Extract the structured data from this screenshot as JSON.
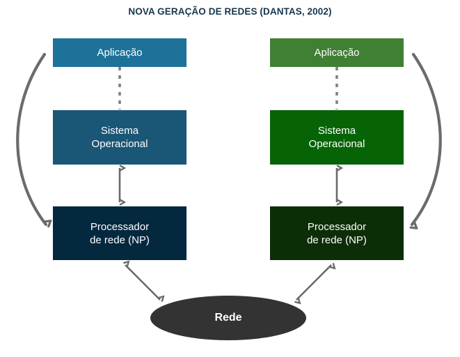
{
  "title": "NOVA GERAÇÃO DE REDES (DANTAS, 2002)",
  "title_color": "#16374e",
  "palette": {
    "left_application": "#1c7299",
    "left_os": "#1a5676",
    "left_processor": "#04293f",
    "right_application": "#3f8033",
    "right_os": "#066306",
    "right_processor": "#0c2e06",
    "network": "#333333",
    "arrow": "#666666",
    "dotted_connector": "#808080",
    "background": "#ffffff"
  },
  "columns": [
    {
      "id": "left",
      "nodes": [
        {
          "id": "left-application",
          "label": "Aplicação",
          "color": "#1c7299"
        },
        {
          "id": "left-os",
          "label": "Sistema\nOperacional",
          "color": "#1a5676"
        },
        {
          "id": "left-processor",
          "label": "Processador\nde rede (NP)",
          "color": "#04293f"
        }
      ]
    },
    {
      "id": "right",
      "nodes": [
        {
          "id": "right-application",
          "label": "Aplicação",
          "color": "#3f8033"
        },
        {
          "id": "right-os",
          "label": "Sistema\nOperacional",
          "color": "#066306"
        },
        {
          "id": "right-processor",
          "label": "Processador\nde rede (NP)",
          "color": "#0c2e06"
        }
      ]
    }
  ],
  "network": {
    "label": "Rede",
    "color": "#333333"
  },
  "connectors": [
    {
      "id": "left-app-to-os",
      "style": "dotted",
      "direction": "none"
    },
    {
      "id": "right-app-to-os",
      "style": "dotted",
      "direction": "none"
    },
    {
      "id": "left-os-to-processor",
      "style": "solid",
      "direction": "both"
    },
    {
      "id": "right-os-to-processor",
      "style": "solid",
      "direction": "both"
    },
    {
      "id": "left-processor-to-network",
      "style": "solid",
      "direction": "both"
    },
    {
      "id": "right-processor-to-network",
      "style": "solid",
      "direction": "both"
    },
    {
      "id": "left-bypass-curve",
      "style": "curved",
      "direction": "down"
    },
    {
      "id": "right-bypass-curve",
      "style": "curved",
      "direction": "down"
    }
  ]
}
